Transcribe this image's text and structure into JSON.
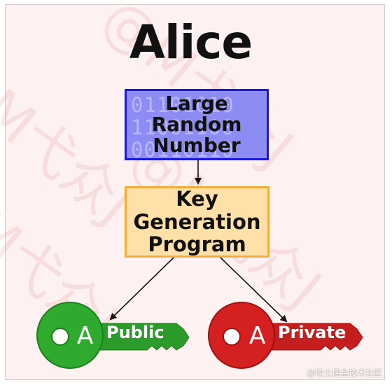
{
  "title": "Alice",
  "rng_box": {
    "label": [
      "Large",
      "Random",
      "Number"
    ],
    "binary_rows": [
      "01101010",
      "11001100",
      "00110110"
    ]
  },
  "kgp_box": {
    "label": [
      "Key",
      "Generation",
      "Program"
    ]
  },
  "public_key": {
    "letter": "A",
    "label": "Public",
    "color": "#2faa2f"
  },
  "private_key": {
    "letter": "A",
    "label": "Private",
    "color": "#d42020"
  },
  "watermark": {
    "text": "@M⼷众J"
  },
  "credit": "@稀土掘金技术社区"
}
